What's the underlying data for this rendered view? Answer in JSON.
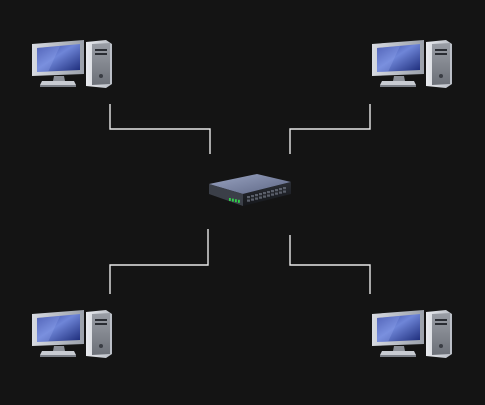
{
  "diagram": {
    "background": "#141414",
    "line_color": "#e8e8e8",
    "nodes": [
      {
        "id": "computer-top-left",
        "kind": "desktop-computer-icon"
      },
      {
        "id": "computer-top-right",
        "kind": "desktop-computer-icon"
      },
      {
        "id": "network-switch",
        "kind": "network-switch-icon"
      },
      {
        "id": "computer-bottom-left",
        "kind": "desktop-computer-icon"
      },
      {
        "id": "computer-bottom-right",
        "kind": "desktop-computer-icon"
      }
    ],
    "connections": [
      {
        "from": "computer-top-left",
        "to": "network-switch"
      },
      {
        "from": "computer-top-right",
        "to": "network-switch"
      },
      {
        "from": "computer-bottom-left",
        "to": "network-switch"
      },
      {
        "from": "computer-bottom-right",
        "to": "network-switch"
      }
    ]
  }
}
